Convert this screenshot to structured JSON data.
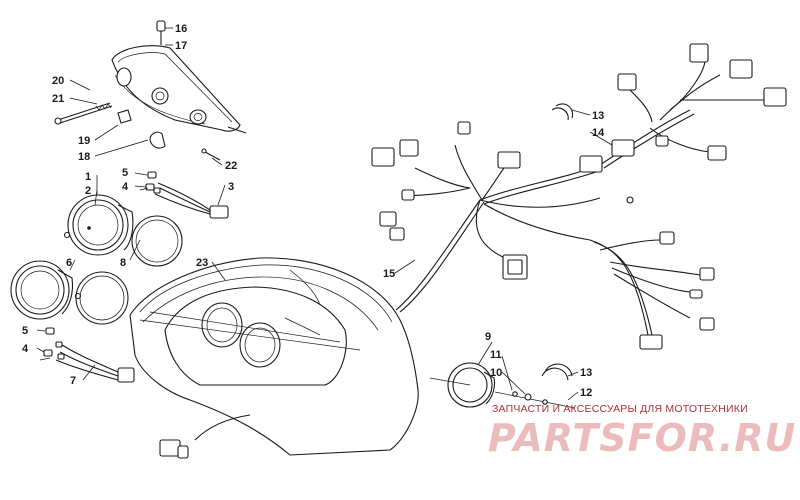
{
  "diagram": {
    "callouts": [
      "16",
      "17",
      "20",
      "21",
      "19",
      "18",
      "22",
      "5",
      "4",
      "3",
      "1",
      "2",
      "8",
      "6",
      "23",
      "4",
      "5",
      "7",
      "9",
      "11",
      "10",
      "12",
      "13",
      "14",
      "13",
      "15"
    ]
  },
  "watermark": {
    "tagline": "ЗАПЧАСТИ И АКСЕССУАРЫ ДЛЯ МОТОТЕХНИКИ",
    "brand": "PARTSFOR.RU",
    "brand_color": "#c83c3c"
  }
}
